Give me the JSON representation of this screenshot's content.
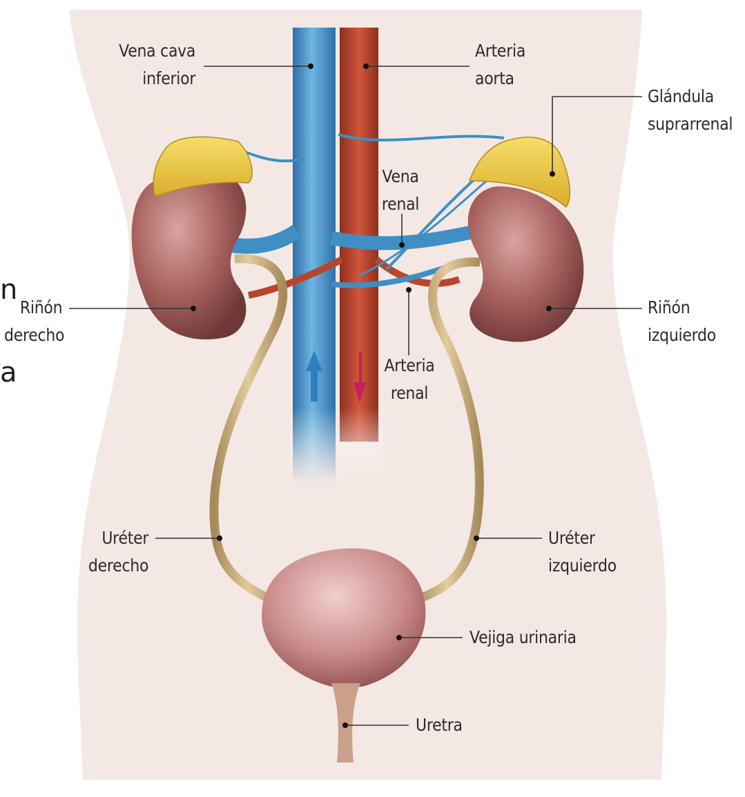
{
  "labels": {
    "vena_cava": [
      "Vena cava",
      "inferior"
    ],
    "arteria_aorta": [
      "Arteria",
      "aorta"
    ],
    "glandula": [
      "Glándula",
      "suprarrenal"
    ],
    "vena_renal": [
      "Vena",
      "renal"
    ],
    "rinon_derecho": [
      "Riñón",
      "derecho"
    ],
    "rinon_izquierdo": [
      "Riñón",
      "izquierdo"
    ],
    "arteria_renal": [
      "Arteria",
      "renal"
    ],
    "ureter_derecho": [
      "Uréter",
      "derecho"
    ],
    "ureter_izquierdo": [
      "Uréter",
      "izquierdo"
    ],
    "vejiga": "Vejiga urinaria",
    "uretra": "Uretra"
  },
  "background_fragments": [
    "n",
    "a"
  ],
  "colors": {
    "body": "#f3e8e3",
    "vein": "#3f8fc4",
    "artery": "#b8452e",
    "kidney": "#9a5a58",
    "gland": "#e8c640",
    "ureter": "#c9ad7c",
    "bladder": "#c98b8a",
    "arrow_up": "#2f7fc0",
    "arrow_down": "#c4205a"
  }
}
